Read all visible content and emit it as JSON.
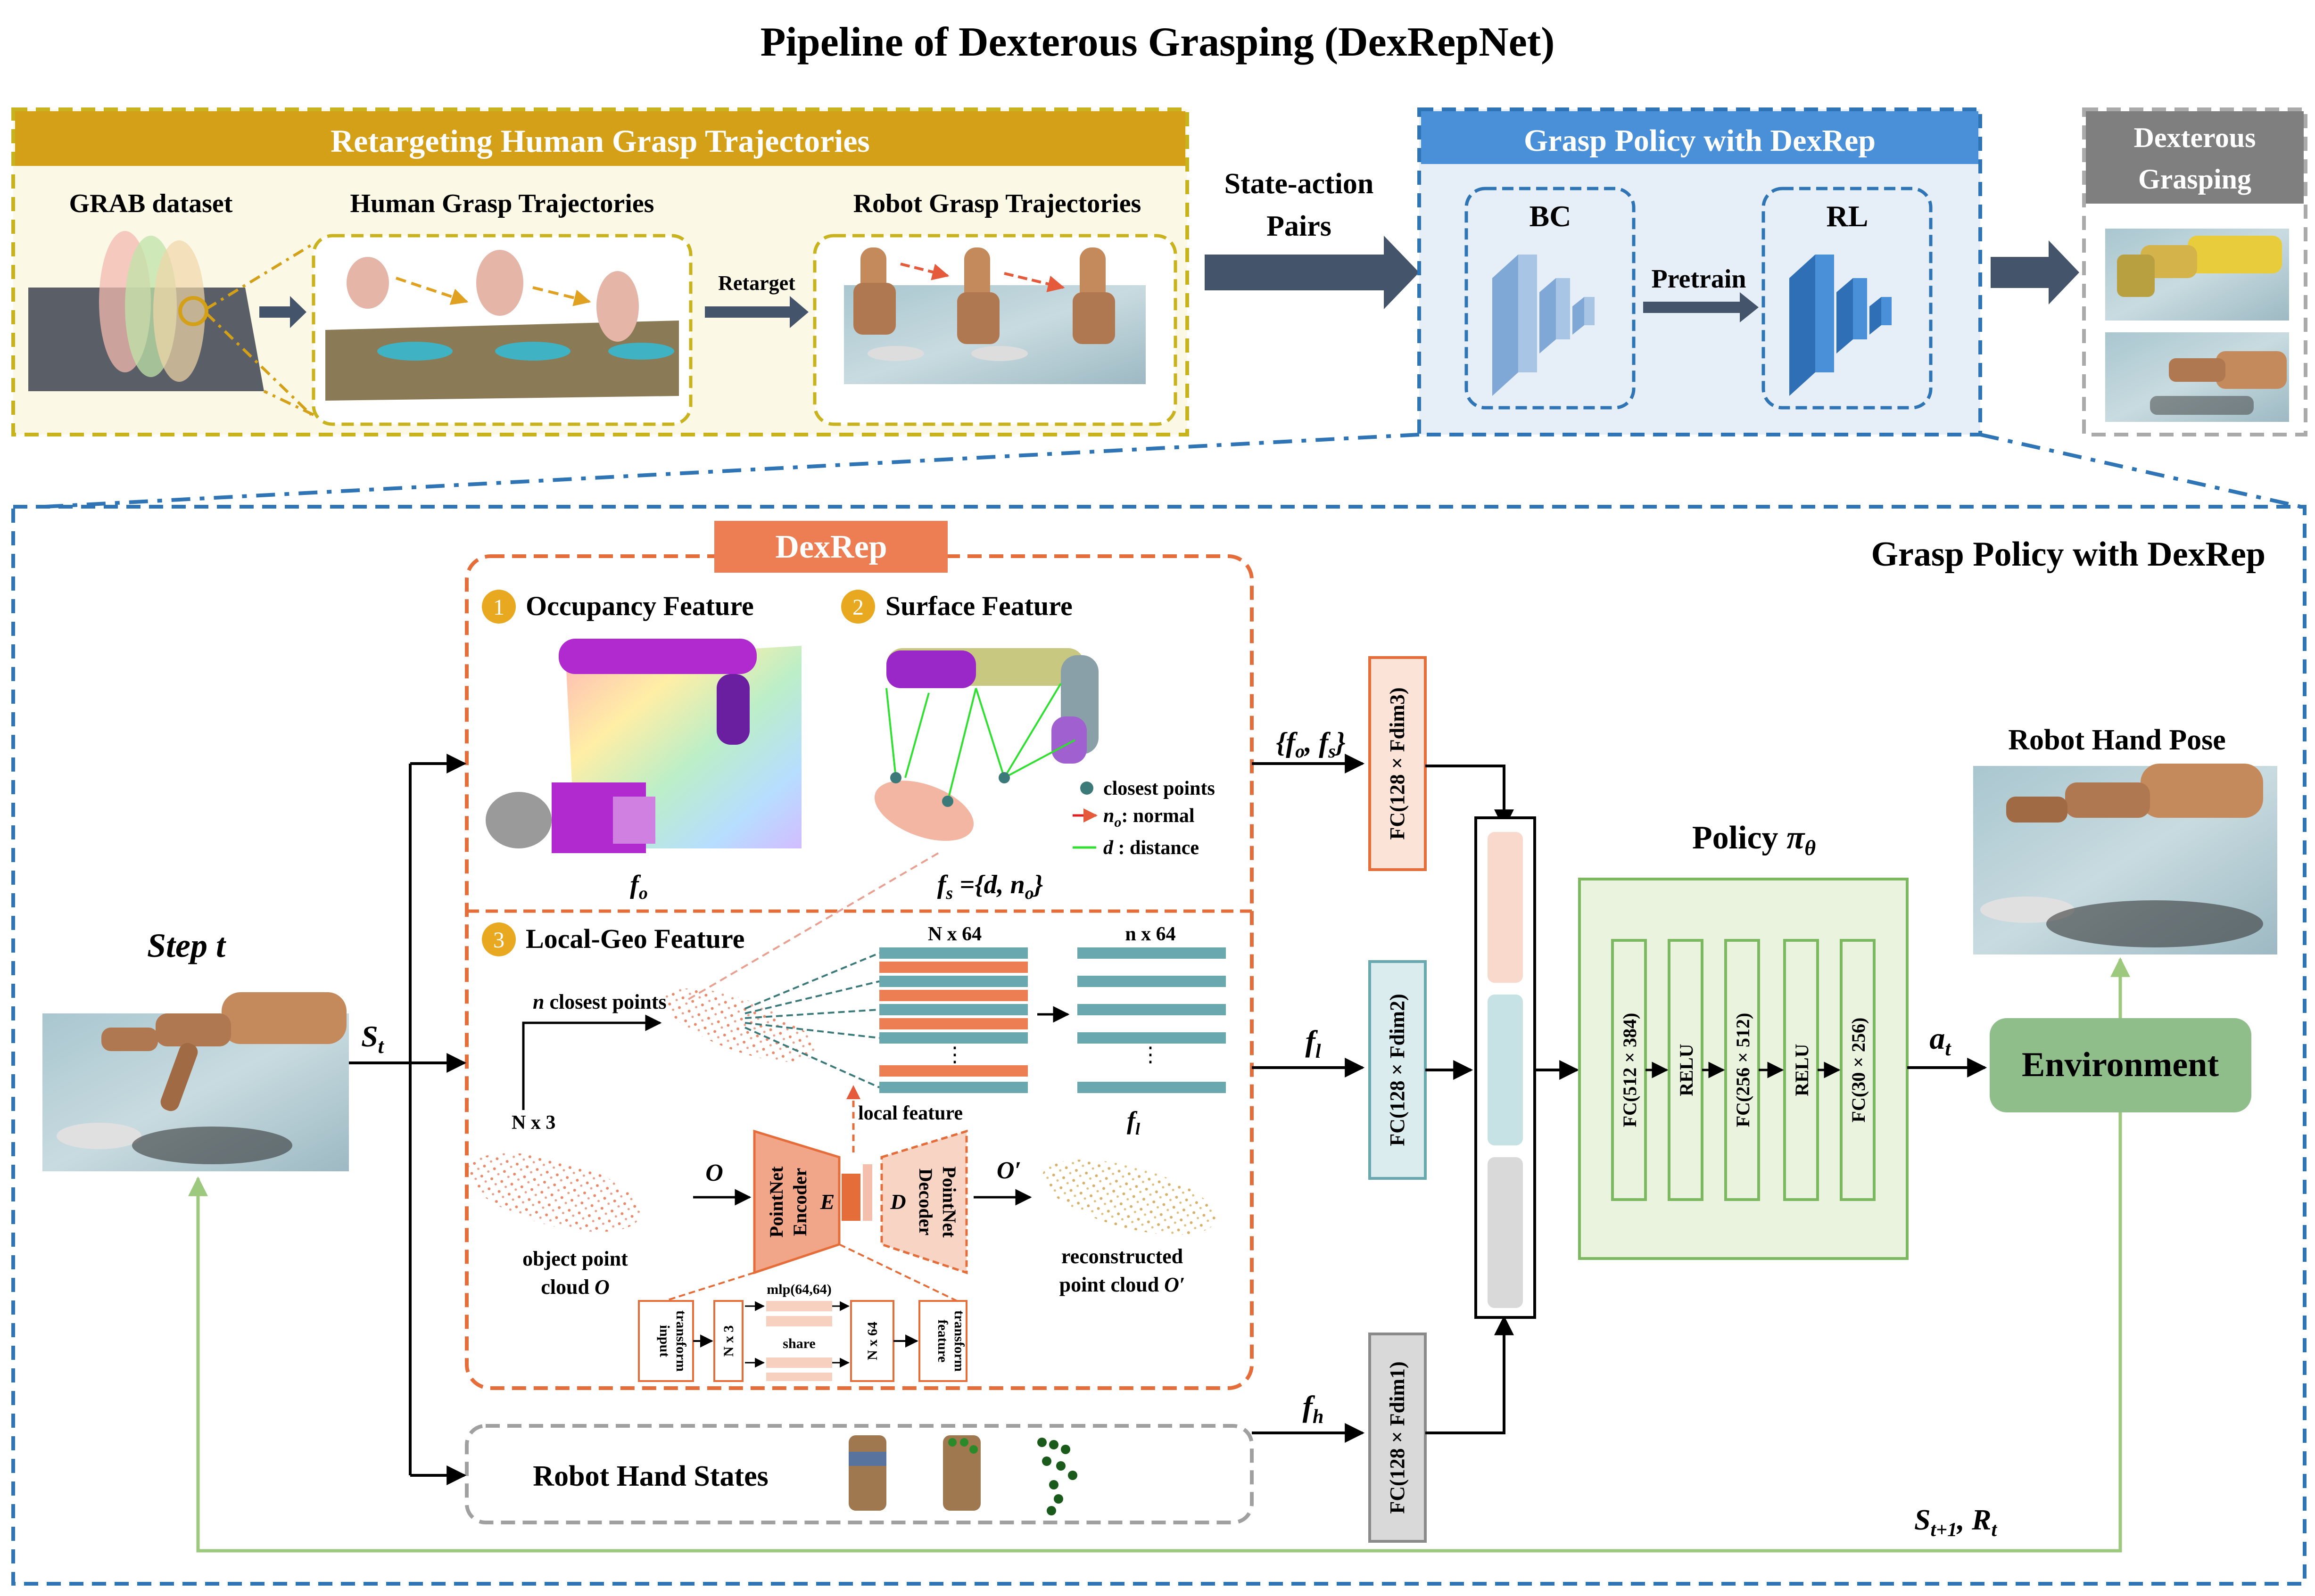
{
  "title": "Pipeline  of  Dexterous Grasping (DexRepNet)",
  "top": {
    "retarget": {
      "header": "Retargeting Human Grasp Trajectories",
      "grab_label": "GRAB dataset",
      "human_label": "Human Grasp Trajectories",
      "robot_label": "Robot Grasp Trajectories",
      "retarget_arrow": "Retarget"
    },
    "state_action": {
      "line1": "State-action",
      "line2": "Pairs"
    },
    "policy": {
      "header": "Grasp Policy with DexRep",
      "bc": "BC",
      "rl": "RL",
      "pretrain": "Pretrain"
    },
    "dexterous": {
      "line1": "Dexterous",
      "line2": "Grasping"
    }
  },
  "bottom": {
    "section_title": "Grasp Policy with DexRep",
    "dexrep_title": "DexRep",
    "occupancy": {
      "num": "1",
      "label": "Occupancy Feature",
      "sym": "f",
      "sub": "o"
    },
    "surface": {
      "num": "2",
      "label": "Surface Feature",
      "formula": "f",
      "formula_sub": "s",
      "formula_rest": " ={d, n",
      "formula_rest_sub": "o",
      "formula_end": "}",
      "legend": {
        "closest": "closest points",
        "normal_sym": "n",
        "normal_sub": "o",
        "normal": ": normal",
        "distance_sym": "d",
        "distance": " : distance"
      }
    },
    "localgeo": {
      "num": "3",
      "label": "Local-Geo Feature",
      "n_closest": "n closest points",
      "n_closest_sym": "n",
      "n_closest_rest": " closest points",
      "nx3": "N x 3",
      "N64": "N x 64",
      "n64": "n x 64",
      "dots": "⋮",
      "local_feature": "local feature",
      "fl": "f",
      "fl_sub": "l",
      "O": "O",
      "O_prime": "O′",
      "encoder_line1": "PointNet",
      "encoder_line2": "Encoder",
      "encoder_sym": "E",
      "decoder_line1": "PointNet",
      "decoder_line2": "Decoder",
      "decoder_sym": "D",
      "obj_cloud_line1": "object point",
      "obj_cloud_line2": "cloud ",
      "obj_cloud_sym": "O",
      "recon_line1": "reconstructed",
      "recon_line2": "point cloud ",
      "recon_sym": "O′",
      "mini": {
        "input_transform": [
          "input",
          "transform"
        ],
        "nx3": "N x 3",
        "mlp": "mlp(64,64)",
        "share": "share",
        "nx64": "N x 64",
        "feature_transform": [
          "feature",
          "transform"
        ]
      }
    },
    "robot_hand_states": "Robot Hand States",
    "step": "Step t",
    "st": "S",
    "st_sub": "t",
    "fofs": {
      "open": "{",
      "f1": "f",
      "s1": "o",
      "comma": ", ",
      "f2": "f",
      "s2": "s",
      "close": "}"
    },
    "fl": {
      "f": "f",
      "sub": "l"
    },
    "fh": {
      "f": "f",
      "sub": "h"
    },
    "fc_dim3": "FC(128 × Fdim3)",
    "fc_dim2": "FC(128 × Fdim2)",
    "fc_dim1": "FC(128 × Fdim1)",
    "policy_title": "Policy ",
    "policy_pi": "π",
    "policy_theta": "θ",
    "policy_layers": [
      "FC(512 × 384)",
      "RELU",
      "FC(256 × 512)",
      "RELU",
      "FC(30 × 256)"
    ],
    "at": {
      "a": "a",
      "sub": "t"
    },
    "environment": "Environment",
    "robot_hand_pose": "Robot Hand Pose",
    "feedback": {
      "s": "S",
      "s_sub": "t+1",
      "sep": ",   ",
      "r": "R",
      "r_sub": "t"
    }
  },
  "colors": {
    "gold": "#d4a017",
    "gold_dash": "#c8b21e",
    "blue_header": "#4a90d9",
    "blue_dash": "#2f75b5",
    "navy_arrow": "#44546a",
    "orange": "#ed7d52",
    "orange_dash": "#e56d3a",
    "teal": "#6aa8b0",
    "gray": "#9e9e9e",
    "green": "#9cc97e",
    "green_env": "#8fbe8b"
  }
}
